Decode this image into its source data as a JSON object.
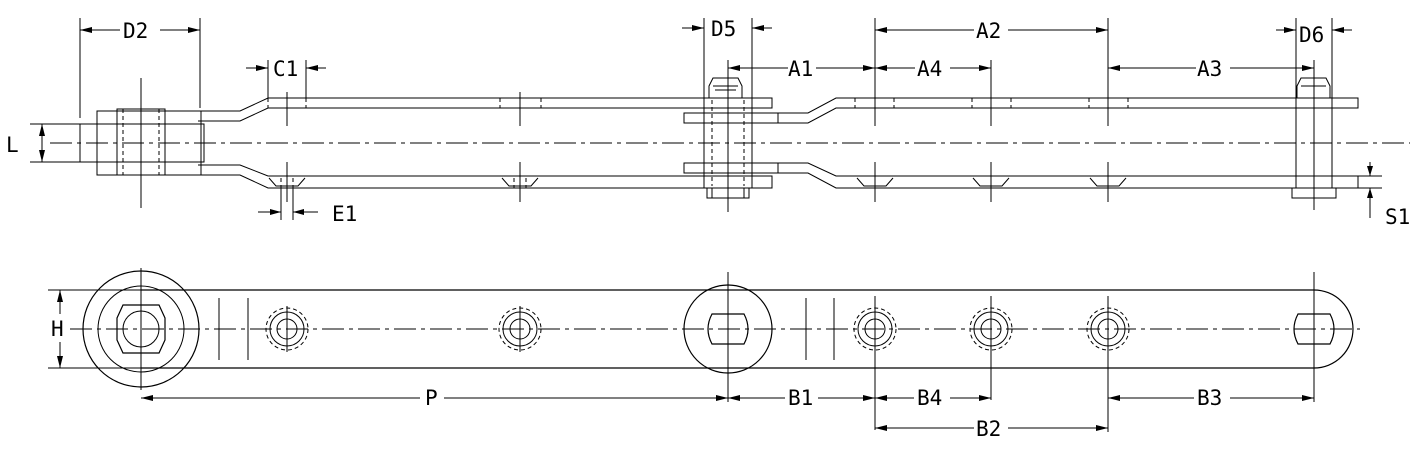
{
  "labels": {
    "D2": "D2",
    "C1": "C1",
    "L": "L",
    "E1": "E1",
    "D5": "D5",
    "A1": "A1",
    "A2": "A2",
    "A4": "A4",
    "A3": "A3",
    "D6": "D6",
    "S1": "S1",
    "H": "H",
    "P": "P",
    "B1": "B1",
    "B4": "B4",
    "B2": "B2",
    "B3": "B3"
  }
}
